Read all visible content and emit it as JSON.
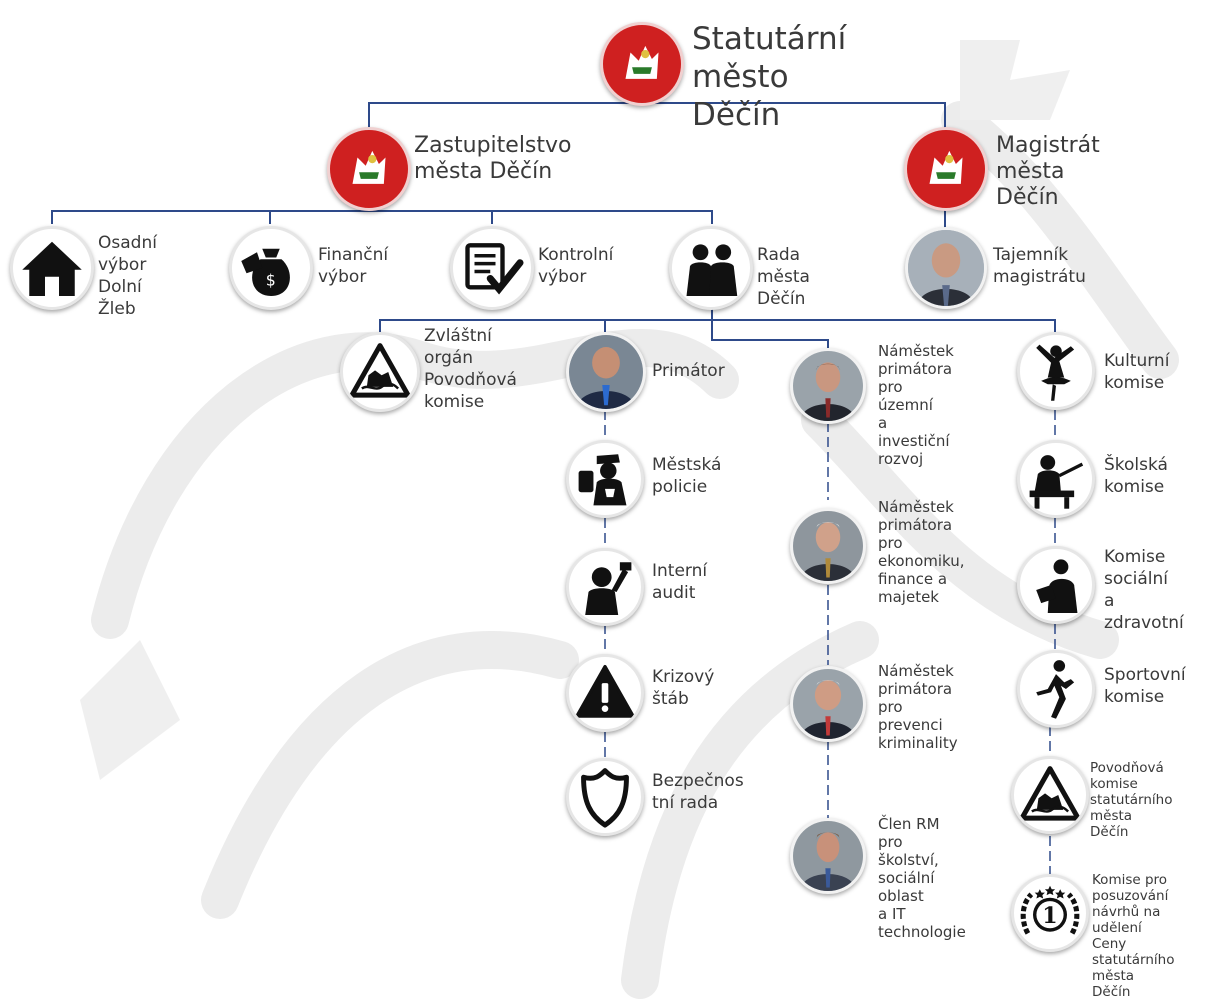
{
  "root": {
    "label": "Statutární\nměsto Děčín"
  },
  "level1": {
    "council": {
      "label": "Zastupitelstvo\nměsta Děčín"
    },
    "magistrate": {
      "label": "Magistrát\nměsta Děčín"
    }
  },
  "committees": {
    "osadni": {
      "label": "Osadní\nvýbor\nDolní Žleb",
      "icon": "house-icon"
    },
    "financni": {
      "label": "Finanční\nvýbor",
      "icon": "money-bag-icon"
    },
    "kontrolni": {
      "label": "Kontrolní\nvýbor",
      "icon": "checklist-icon"
    },
    "rada": {
      "label": "Rada města\nDěčín",
      "icon": "people-icon"
    },
    "tajemnik": {
      "label": "Tajemník\nmagistrátu",
      "icon": "person-photo-icon"
    }
  },
  "column_left": [
    {
      "label": "Zvláštní\norgán\nPovodňová\nkomise",
      "icon": "flood-warning-icon"
    }
  ],
  "column_mayor": [
    {
      "label": "Primátor",
      "icon": "person-photo-icon"
    },
    {
      "label": "Městská\npolicie",
      "icon": "police-icon"
    },
    {
      "label": "Interní\naudit",
      "icon": "audit-person-icon"
    },
    {
      "label": "Krizový\nštáb",
      "icon": "warning-triangle-icon"
    },
    {
      "label": "Bezpečnos\ntní rada",
      "icon": "shield-icon"
    }
  ],
  "column_deputies": [
    {
      "label": "Náměstek\nprimátora\npro územní\na investiční\nrozvoj",
      "icon": "person-photo-icon"
    },
    {
      "label": "Náměstek\nprimátora\npro\nekonomiku,\nfinance a\nmajetek",
      "icon": "person-photo-icon"
    },
    {
      "label": "Náměstek\nprimátora\npro\nprevenci\nkriminality",
      "icon": "person-photo-icon"
    },
    {
      "label": "Člen RM pro\nškolství,\nsociální oblast\na IT\ntechnologie",
      "icon": "person-photo-icon"
    }
  ],
  "column_commissions": [
    {
      "label": "Kulturní\nkomise",
      "icon": "dancer-icon"
    },
    {
      "label": "Školská\nkomise",
      "icon": "teacher-icon"
    },
    {
      "label": "Komise\nsociální a\nzdravotní",
      "icon": "reader-icon"
    },
    {
      "label": "Sportovní\nkomise",
      "icon": "runner-icon"
    },
    {
      "label": "Povodňová\nkomise\nstatutárního\nměsta Děčín",
      "icon": "flood-warning-icon"
    },
    {
      "label": "Komise pro\nposuzování\nnávrhů na\nudělení Ceny\nstatutárního\nměsta Děčín",
      "icon": "award-medal-icon"
    }
  ],
  "award_medal_number": "1",
  "colors": {
    "connector": "#2e4a8a",
    "emblem_red": "#cf2020",
    "icon_black": "#111111"
  }
}
